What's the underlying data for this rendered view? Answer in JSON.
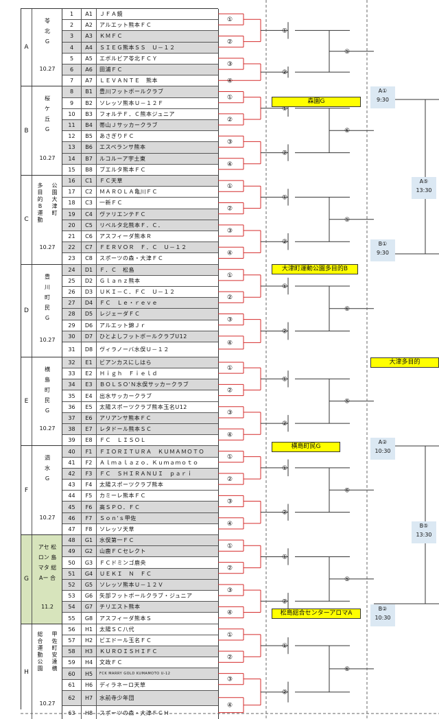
{
  "groups": [
    {
      "letter": "A",
      "venue": [
        "苓",
        "北",
        "G"
      ],
      "date": "10.27",
      "green": false
    },
    {
      "letter": "B",
      "venue": [
        "桜",
        "ケ",
        "丘",
        "G"
      ],
      "date": "10.27",
      "green": false
    },
    {
      "letter": "C",
      "venue": [
        "多",
        "目",
        "的",
        "B",
        "運",
        "動",
        "公",
        "園",
        "大",
        "津",
        "町"
      ],
      "date": "10.27",
      "green": false
    },
    {
      "letter": "D",
      "venue": [
        "豊",
        "川",
        "町",
        "民",
        "G"
      ],
      "date": "10.27",
      "green": false
    },
    {
      "letter": "E",
      "venue": [
        "横",
        "島",
        "町",
        "民",
        "G"
      ],
      "date": "10.27",
      "green": false
    },
    {
      "letter": "F",
      "venue": [
        "泗",
        "水",
        "G"
      ],
      "date": "10.27",
      "green": false
    },
    {
      "letter": "G",
      "venue": [
        "アセ 松",
        "ロン 島",
        "マタ 総",
        "Aー 合"
      ],
      "date": "11.2",
      "green": true
    },
    {
      "letter": "H",
      "venue": [
        "総",
        "合",
        "運",
        "動",
        "公",
        "園",
        "甲",
        "佐",
        "町",
        "安",
        "達",
        "横"
      ],
      "date": "10.27",
      "green": false
    }
  ],
  "teams": [
    [
      "1",
      "A1",
      "ＪＦＡ鏡"
    ],
    [
      "2",
      "A2",
      "アルエット熊本ＦＣ"
    ],
    [
      "3",
      "A3",
      "ＫＭＦＣ"
    ],
    [
      "4",
      "A4",
      "ＳＩＥＧ熊本ＳＳ　Ｕ－１２"
    ],
    [
      "5",
      "A5",
      "エボルビア苓北ＦＣＹ"
    ],
    [
      "6",
      "A6",
      "田浦ＦＣ"
    ],
    [
      "7",
      "A7",
      "ＬＥＶＡＮＴＥ　熊本"
    ],
    [
      "8",
      "B1",
      "豊川フットボールクラブ"
    ],
    [
      "9",
      "B2",
      "ソレッソ熊本Ｕ－１２Ｆ"
    ],
    [
      "10",
      "B3",
      "フォルテＦ．Ｃ熊本ジュニア"
    ],
    [
      "11",
      "B4",
      "帯山Ｊサッカークラブ"
    ],
    [
      "12",
      "B5",
      "あさぎりＦＣ"
    ],
    [
      "13",
      "B6",
      "エスペランサ熊本"
    ],
    [
      "14",
      "B7",
      "ルコルーア宇土東"
    ],
    [
      "15",
      "B8",
      "ブエルタ熊本ＦＣ"
    ],
    [
      "16",
      "C1",
      "ＦＣ天草"
    ],
    [
      "17",
      "C2",
      "ＭＡＲＯＬＡ亀川ＦＣ"
    ],
    [
      "18",
      "C3",
      "一新ＦＣ"
    ],
    [
      "19",
      "C4",
      "ヴァリエンテＦＣ"
    ],
    [
      "20",
      "C5",
      "リベルタ北熊本Ｆ．Ｃ．"
    ],
    [
      "21",
      "C6",
      "アスフィーダ熊本Ｒ"
    ],
    [
      "22",
      "C7",
      "ＦＥＲＶＯＲ　Ｆ．Ｃ　Ｕ－１２"
    ],
    [
      "23",
      "C8",
      "スポーツの森・大津ＦＣ"
    ],
    [
      "24",
      "D1",
      "Ｆ．Ｃ　松島"
    ],
    [
      "25",
      "D2",
      "Ｇｌａｎｚ熊本"
    ],
    [
      "26",
      "D3",
      "ＵＫＩ－Ｃ．ＦＣ　Ｕ－１２"
    ],
    [
      "27",
      "D4",
      "ＦＣ　Ｌｅ・ｒｅｖｅ"
    ],
    [
      "28",
      "D5",
      "レジェーダＦＣ"
    ],
    [
      "29",
      "D6",
      "アルエット錦Ｊｒ"
    ],
    [
      "30",
      "D7",
      "ひとよしフットボールクラブU12"
    ],
    [
      "31",
      "D8",
      "ヴィラノーバ水俣Ｕ－１２"
    ],
    [
      "32",
      "E1",
      "ビアンカスにしはら"
    ],
    [
      "33",
      "E2",
      "Ｈｉｇｈ　Ｆｉｅｌｄ"
    ],
    [
      "34",
      "E3",
      "ＢＯＬＳＯ'Ｎ水俣サッカークラブ"
    ],
    [
      "35",
      "E4",
      "出水サッカークラブ"
    ],
    [
      "36",
      "E5",
      "太陽スポーツクラブ熊本玉名U12"
    ],
    [
      "37",
      "E6",
      "アリアンサ熊本ＦＣ"
    ],
    [
      "38",
      "E7",
      "レタドール熊本ＳＣ"
    ],
    [
      "39",
      "E8",
      "ＦＣ　ＬＩＳＯＬ"
    ],
    [
      "40",
      "F1",
      "ＦＩＯＲＩＴＵＲＡ　ＫＵＭＡＭＯＴＯ"
    ],
    [
      "41",
      "F2",
      "Ａｌｍａｌａｚｏ．Ｋｕｍａｍｏｔｏ"
    ],
    [
      "42",
      "F3",
      "ＦＣ　ＳＨＩＲＡＮＵＩ　ｐａｒｉ"
    ],
    [
      "43",
      "F4",
      "太陽スポーツクラブ熊本"
    ],
    [
      "44",
      "F5",
      "カミーレ熊本ＦＣ"
    ],
    [
      "45",
      "F6",
      "高ＳＰＯ．ＦＣ"
    ],
    [
      "46",
      "F7",
      "Ｓｏｎ'ｓ甲佐"
    ],
    [
      "47",
      "F8",
      "ソレッソ天草"
    ],
    [
      "48",
      "G1",
      "水俣第一ＦＣ"
    ],
    [
      "49",
      "G2",
      "山鹿ＦＣセレクト"
    ],
    [
      "50",
      "G3",
      "ＦＣドミンゴ鹿央"
    ],
    [
      "51",
      "G4",
      "ＵＥＫＩ　Ｎ　ＦＣ"
    ],
    [
      "52",
      "G5",
      "ソレッソ熊本Ｕ－１２Ｖ"
    ],
    [
      "53",
      "G6",
      "矢部フットボールクラブ・ジュニア"
    ],
    [
      "54",
      "G7",
      "チリエスト熊本"
    ],
    [
      "55",
      "G8",
      "アスフィーダ熊本Ｓ"
    ],
    [
      "56",
      "H1",
      "太陽ＳＣ八代"
    ],
    [
      "57",
      "H2",
      "ビエドール玉名ＦＣ"
    ],
    [
      "58",
      "H3",
      "ＫＵＲＯＩＳＨＩＦＣ"
    ],
    [
      "59",
      "H4",
      "文政ＦＣ"
    ],
    [
      "60",
      "H5",
      "FCK MARRY GOLD KUMAMOTO U-12"
    ],
    [
      "61",
      "H6",
      "ディラネーロ天草"
    ],
    [
      "62",
      "H7",
      "水前寺少年団"
    ],
    [
      "63",
      "H8",
      "スポーツの森・大津ＦＣＨ"
    ]
  ],
  "r1": [
    "①",
    "②",
    "③",
    "④"
  ],
  "r2": [
    "①",
    "②"
  ],
  "r3": "⑤",
  "r3b": "⑥",
  "venues": [
    "森園G",
    "大津町運動公園多目的B",
    "横島町民G",
    "松島総合センターアロマA",
    "大津多目的"
  ],
  "rounds": [
    {
      "label": "A①",
      "time": "9:30"
    },
    {
      "label": "B①",
      "time": "9:30"
    },
    {
      "label": "A②",
      "time": "10:30"
    },
    {
      "label": "B②",
      "time": "10:30"
    },
    {
      "label": "A⑤",
      "time": "13:30"
    },
    {
      "label": "B⑤",
      "time": "13:30"
    }
  ]
}
